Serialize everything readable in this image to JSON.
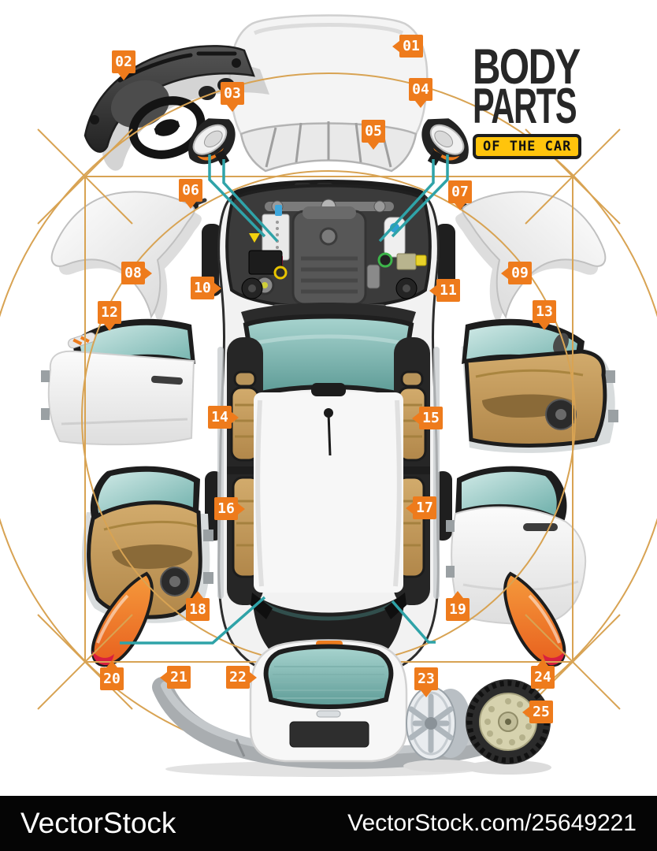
{
  "title": {
    "line1": "BODY",
    "line2": "PARTS",
    "plate": "OF THE CAR"
  },
  "badges": [
    {
      "label": "01"
    },
    {
      "label": "02"
    },
    {
      "label": "03"
    },
    {
      "label": "04"
    },
    {
      "label": "05"
    },
    {
      "label": "06"
    },
    {
      "label": "07"
    },
    {
      "label": "08"
    },
    {
      "label": "09"
    },
    {
      "label": "10"
    },
    {
      "label": "11"
    },
    {
      "label": "12"
    },
    {
      "label": "13"
    },
    {
      "label": "14"
    },
    {
      "label": "15"
    },
    {
      "label": "16"
    },
    {
      "label": "17"
    },
    {
      "label": "18"
    },
    {
      "label": "19"
    },
    {
      "label": "20"
    },
    {
      "label": "21"
    },
    {
      "label": "22"
    },
    {
      "label": "23"
    },
    {
      "label": "24"
    },
    {
      "label": "25"
    }
  ],
  "footer": {
    "brand": "VectorStock",
    "url": "VectorStock.com/25649221"
  },
  "colors": {
    "badge_orange": "#EE7B1C",
    "plate_yellow": "#FFC40C",
    "glass_teal": "#6FA9A5",
    "seat_tan": "#C9A164",
    "gold_line": "#D8A353",
    "teal_wire": "#2FA3A8",
    "taillight_orange": "#F08A2E",
    "footer_bg": "#050505",
    "title_black": "#272727"
  }
}
